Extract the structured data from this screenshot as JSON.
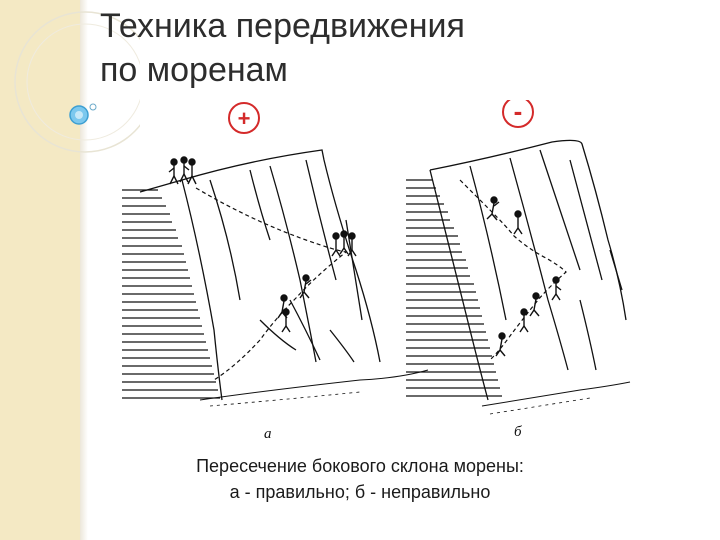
{
  "slide": {
    "title_line1": "Техника передвижения",
    "title_line2": "по моренам"
  },
  "figure": {
    "plus_sign": "+",
    "minus_sign": "-",
    "label_a": "а",
    "label_b": "б"
  },
  "caption": {
    "line1": "Пересечение бокового склона морены:",
    "line2": "а - правильно; б - неправильно"
  },
  "colors": {
    "accent_red": "#d42a2a",
    "band": "#f4e9c4",
    "deco_blue": "#5bb8e8"
  }
}
